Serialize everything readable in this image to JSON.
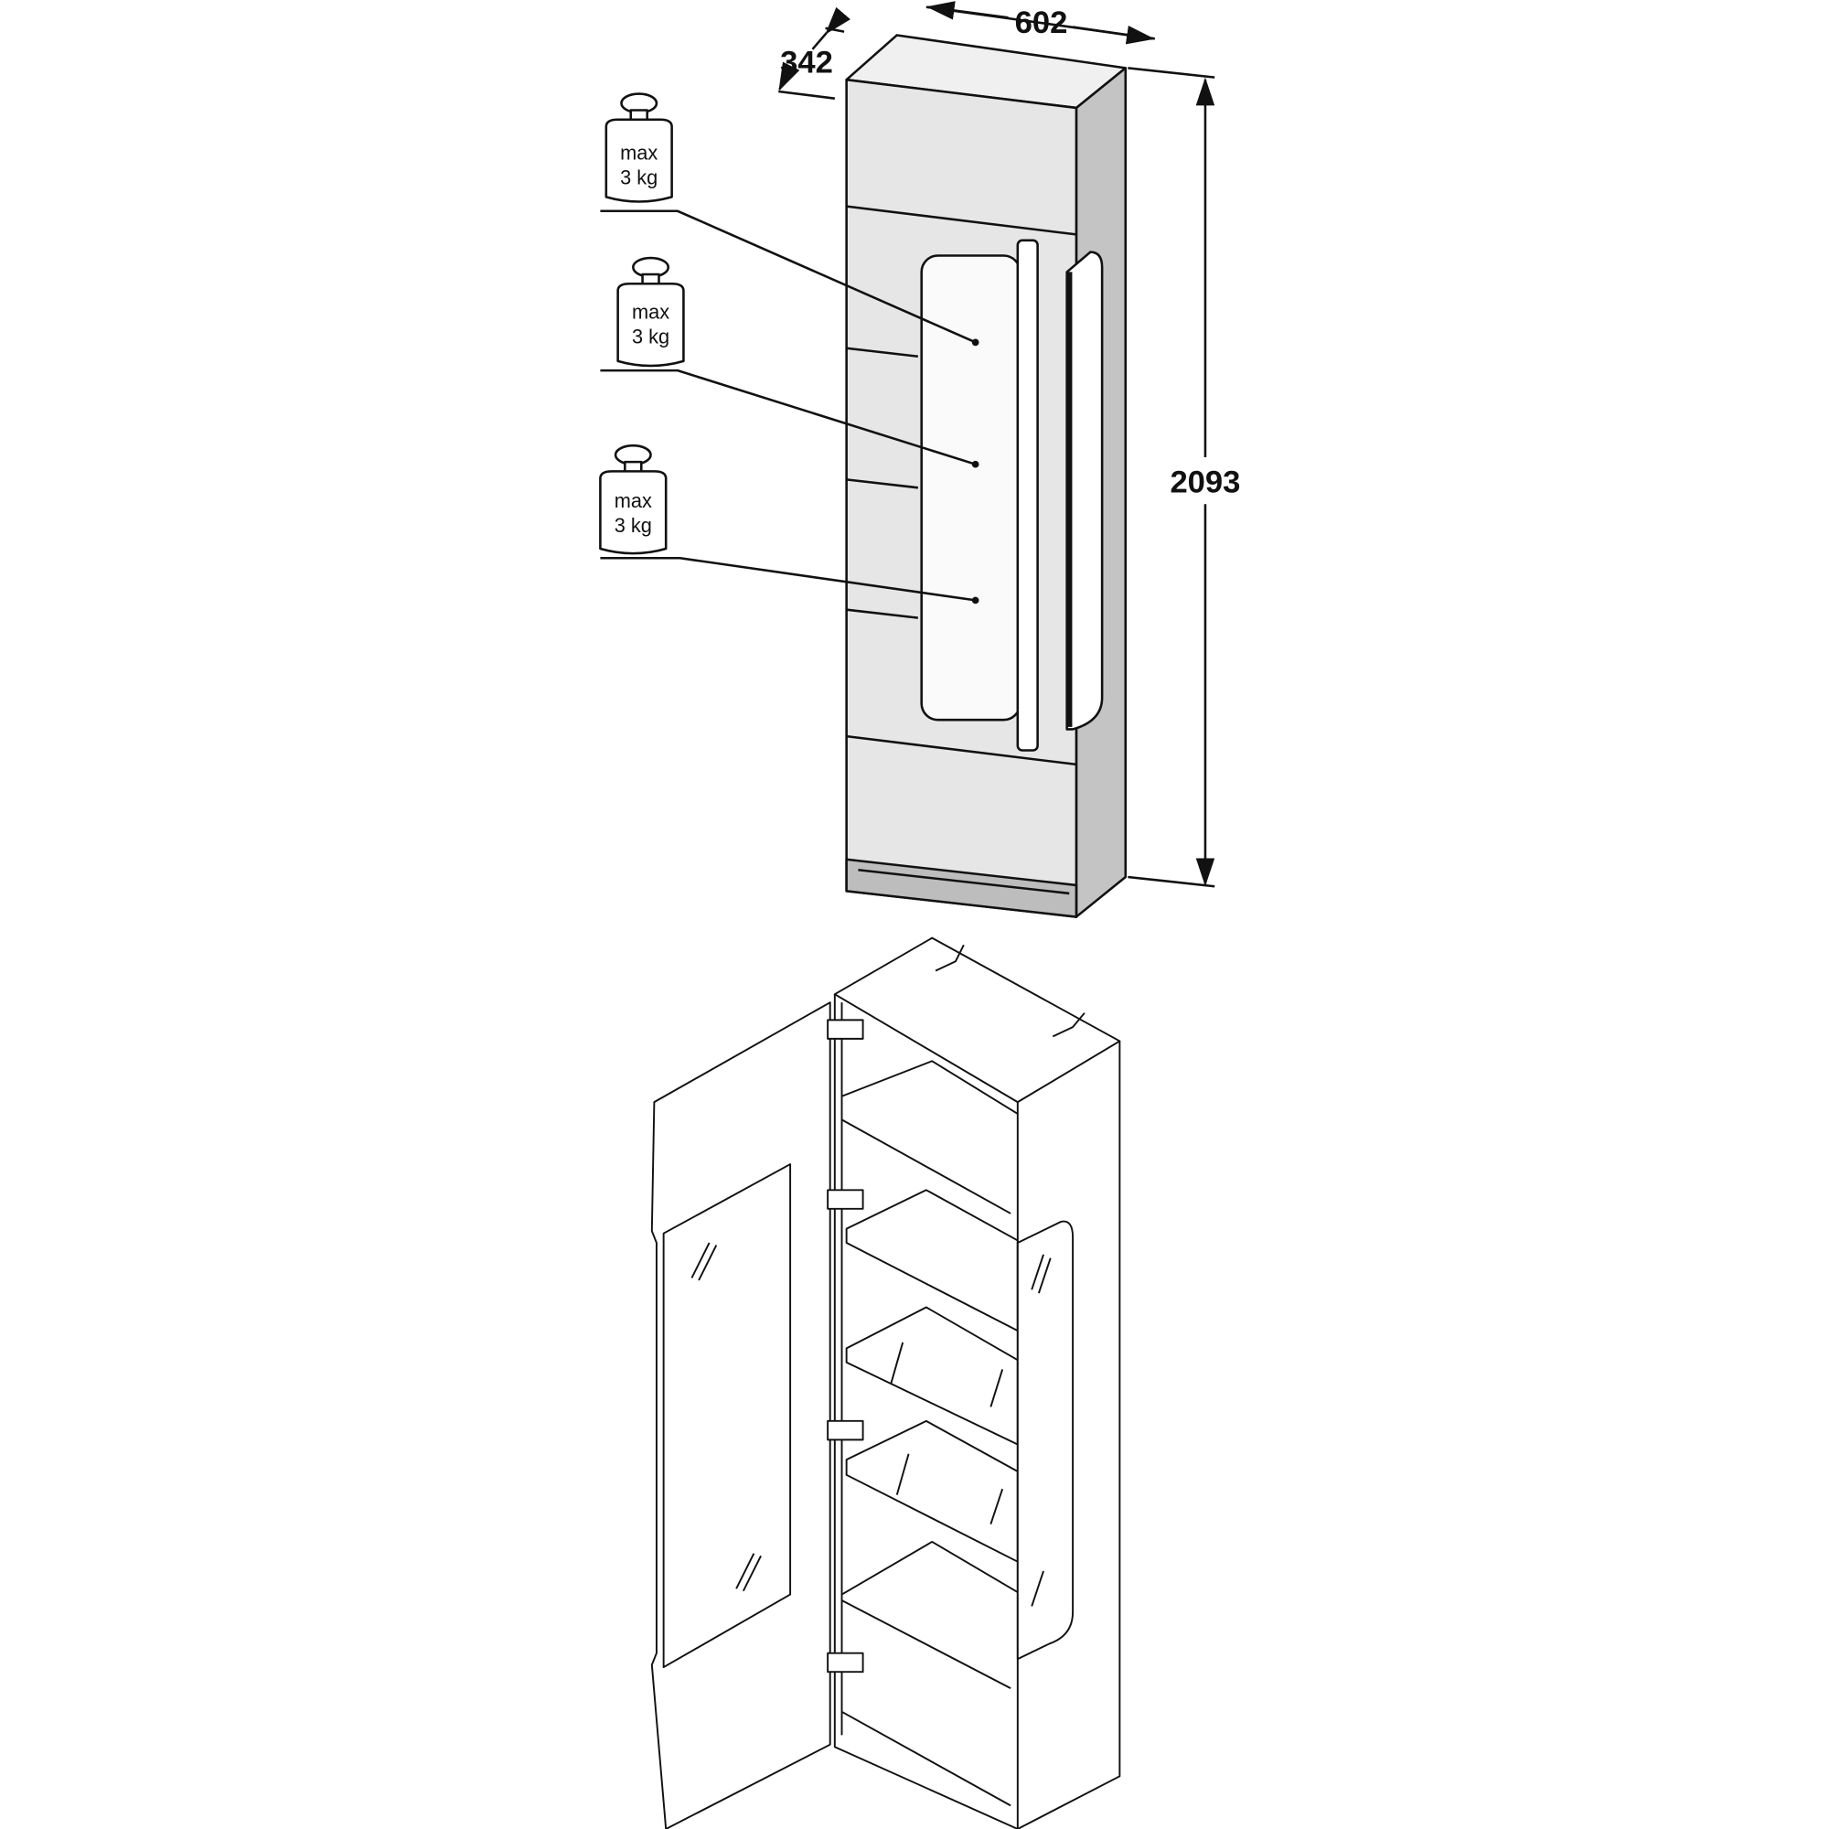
{
  "dimensions": {
    "width": "602",
    "depth": "342",
    "height": "2093"
  },
  "weights": [
    {
      "line1": "max",
      "line2": "3 kg"
    },
    {
      "line1": "max",
      "line2": "3 kg"
    },
    {
      "line1": "max",
      "line2": "3 kg"
    }
  ],
  "colors": {
    "line": "#111111",
    "front": "#e6e6e6",
    "side": "#c4c4c4",
    "top": "#f0f0f0"
  }
}
